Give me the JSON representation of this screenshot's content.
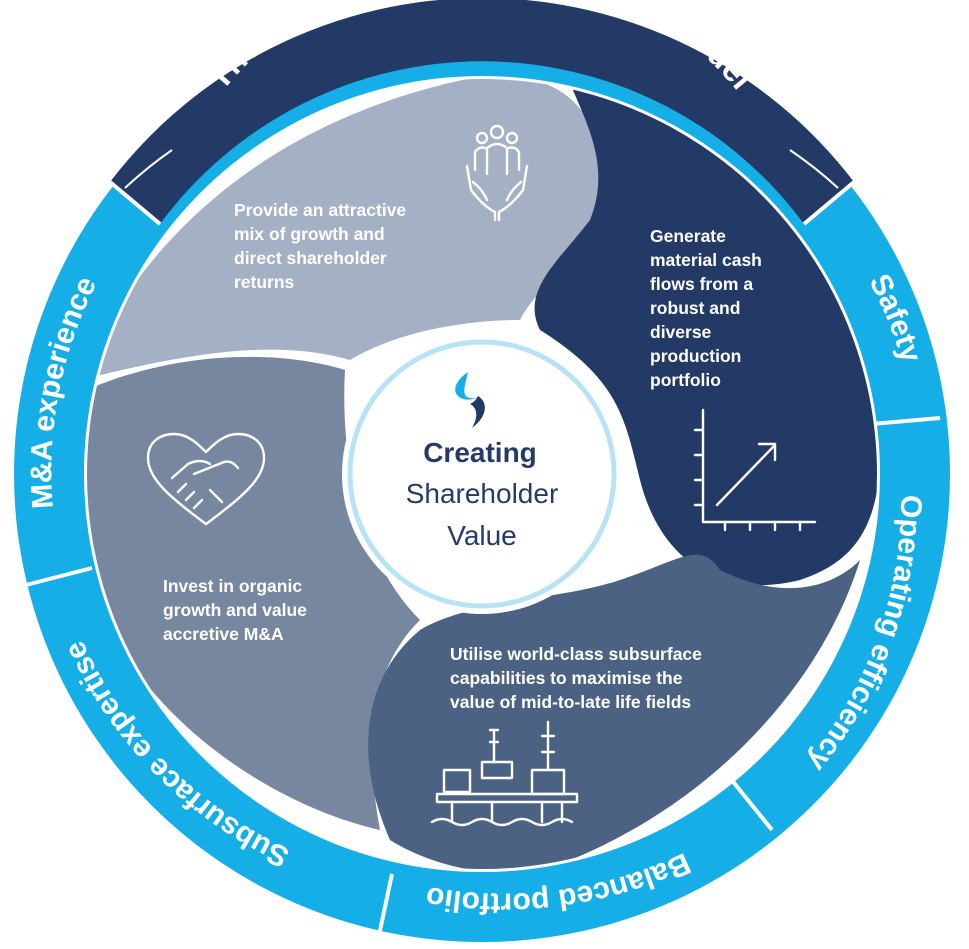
{
  "ring": {
    "top_label": "The key tenets of our business model",
    "segments": [
      {
        "label": "Safety"
      },
      {
        "label": "Operating efficiency"
      },
      {
        "label": "Balanced portfolio"
      },
      {
        "label": "Subsurface expertise"
      },
      {
        "label": "M&A experience"
      }
    ]
  },
  "quadrants": {
    "top_left": {
      "lines": [
        "Provide an attractive",
        "mix of growth and",
        "direct shareholder",
        "returns"
      ],
      "icon": "people-in-hands-icon"
    },
    "right": {
      "lines": [
        "Generate",
        "material cash",
        "flows from a",
        "robust and",
        "diverse",
        "production",
        "portfolio"
      ],
      "icon": "growth-chart-icon"
    },
    "left": {
      "lines": [
        "Invest in organic",
        "growth and value",
        "accretive M&A"
      ],
      "icon": "handshake-heart-icon"
    },
    "bottom": {
      "lines": [
        "Utilise world-class subsurface",
        "capabilities to maximise the",
        "value of mid-to-late life fields"
      ],
      "icon": "offshore-platform-icon"
    }
  },
  "center": {
    "title": "Creating",
    "line2": "Shareholder",
    "line3": "Value",
    "logo": "company-logo-icon"
  },
  "colors": {
    "ring_dark": "#233a66",
    "ring_light": "#16aee6",
    "quad_top_left": "#a4b0c3",
    "quad_right": "#233a66",
    "quad_left": "#76879f",
    "quad_bottom": "#4c6283",
    "center_fill": "#ffffff",
    "center_ring": "#b7e3f4"
  }
}
